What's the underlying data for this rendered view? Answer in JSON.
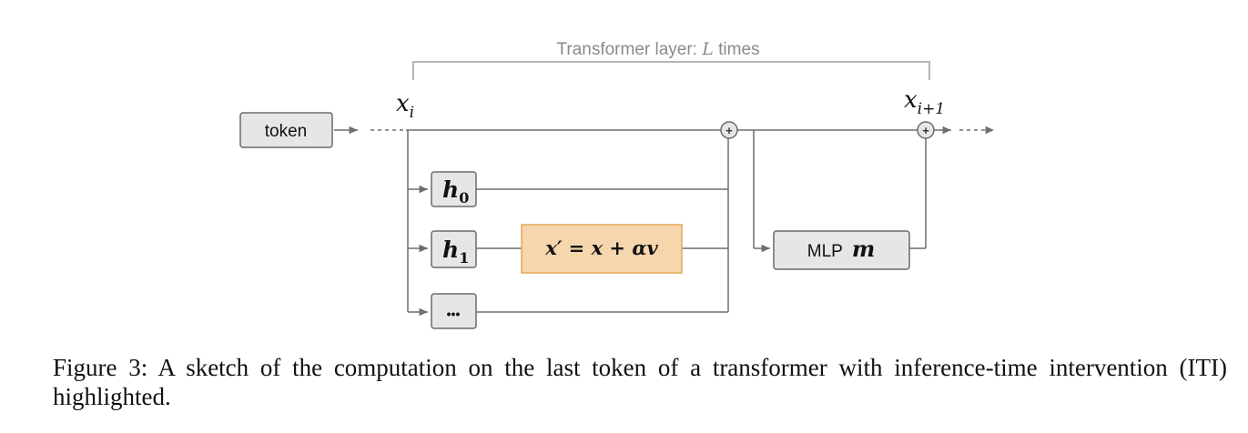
{
  "diagram": {
    "bracket_label_text": "Transformer layer: ",
    "bracket_label_math": "L",
    "bracket_label_suffix": " times",
    "token_label": "token",
    "x_in_base": "x",
    "x_in_sub": "i",
    "x_out_base": "x",
    "x_out_sub": "i+1",
    "head0_base": "h",
    "head0_sub": "0",
    "head1_base": "h",
    "head1_sub": "1",
    "head_more": "•••",
    "intervention_formula": "x′ = x + αv",
    "mlp_label": "MLP",
    "mlp_math": "m",
    "plus_symbol": "+",
    "colors": {
      "line": "#6f6f6f",
      "box_fill": "#e6e6e6",
      "box_stroke": "#6a6a6a",
      "intervention_fill": "#f5d6ad",
      "intervention_stroke": "#e3a857",
      "bracket": "#b5b5b5",
      "bracket_text": "#8a8a8a"
    }
  },
  "caption": {
    "text": "Figure 3: A sketch of the computation on the last token of a transformer with inference-time intervention (ITI) highlighted."
  }
}
